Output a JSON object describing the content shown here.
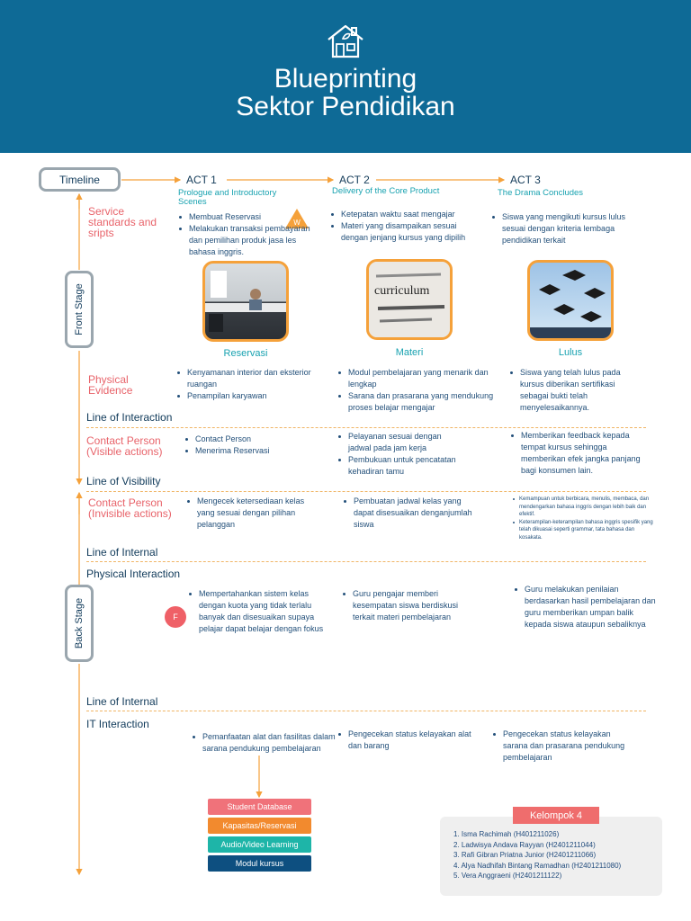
{
  "header": {
    "title_line1": "Blueprinting",
    "title_line2": "Sektor Pendidikan",
    "icon": "house-leaf-icon",
    "bg_color": "#0e6a96"
  },
  "timeline_label": "Timeline",
  "front_stage_label": "Front Stage",
  "back_stage_label": "Back Stage",
  "acts": [
    {
      "title": "ACT 1",
      "subtitle": "Prologue and Introductory Scenes"
    },
    {
      "title": "ACT 2",
      "subtitle": "Delivery of the Core Product"
    },
    {
      "title": "ACT 3",
      "subtitle": "The Drama Concludes"
    }
  ],
  "rows": {
    "service_standards": "Service standards and sripts",
    "physical_evidence": "Physical Evidence",
    "contact_visible": "Contact Person (Visible actions)",
    "contact_invisible": "Contact Person (Invisible actions)"
  },
  "lines": {
    "interaction": "Line of Interaction",
    "visibility": "Line of Visibility",
    "internal_1": "Line of Internal",
    "physical_interaction": "Physical Interaction",
    "internal_2": "Line of Internal",
    "it_interaction": "IT Interaction"
  },
  "badges": {
    "w": "W",
    "f": "F"
  },
  "service": {
    "act1": [
      "Membuat Reservasi",
      "Melakukan transaksi pembayaran dan pemilihan produk jasa les bahasa inggris."
    ],
    "act2": [
      "Ketepatan waktu saat mengajar",
      "Materi yang disampaikan sesuai dengan jenjang kursus yang dipilih"
    ],
    "act3": [
      "Siswa yang mengikuti kursus lulus sesuai dengan kriteria lembaga pendidikan terkait"
    ]
  },
  "photos": [
    {
      "caption": "Reservasi",
      "text": ""
    },
    {
      "caption": "Materi",
      "text": "curriculum"
    },
    {
      "caption": "Lulus",
      "text": ""
    }
  ],
  "physical": {
    "act1": [
      "Kenyamanan interior dan eksterior ruangan",
      "Penampilan karyawan"
    ],
    "act2": [
      "Modul pembelajaran yang menarik dan lengkap",
      "Sarana dan prasarana yang mendukung proses belajar mengajar"
    ],
    "act3": [
      "Siswa yang telah lulus pada kursus diberikan sertifikasi sebagai bukti telah menyelesaikannya."
    ]
  },
  "visible": {
    "act1": [
      "Contact Person",
      "Menerima Reservasi"
    ],
    "act2": [
      "Pelayanan sesuai dengan jadwal pada jam kerja",
      "Pembukuan untuk pencatatan kehadiran tamu"
    ],
    "act3": [
      "Memberikan feedback kepada tempat kursus sehingga memberikan efek jangka panjang bagi konsumen lain."
    ]
  },
  "invisible": {
    "act1": [
      "Mengecek ketersediaan kelas yang sesuai dengan pilihan pelanggan"
    ],
    "act2": [
      "Pembuatan jadwal kelas yang dapat disesuaikan denganjumlah siswa"
    ],
    "act3": [
      "Kemampuan untuk berbicara, menulis, membaca, dan mendengarkan bahasa inggris dengan lebih baik dan efektif.",
      "Keterampilan-keterampilan bahasa inggris spesifik yang telah dikuasai seperti grammar, tata bahasa dan kosakata."
    ]
  },
  "physical_interaction": {
    "act1": [
      "Mempertahankan sistem kelas dengan kuota yang tidak terlalu banyak dan disesuaikan supaya pelajar dapat belajar dengan fokus"
    ],
    "act2": [
      "Guru pengajar memberi kesempatan siswa berdiskusi terkait materi pembelajaran"
    ],
    "act3": [
      "Guru melakukan penilaian berdasarkan hasil pembelajaran dan guru memberikan umpan balik kepada siswa ataupun sebaliknya"
    ]
  },
  "it": {
    "act1": [
      "Pemanfaatan alat dan fasilitas dalam sarana pendukung pembelajaran"
    ],
    "act2": [
      "Pengecekan status kelayakan alat dan barang"
    ],
    "act3": [
      "Pengecekan status kelayakan sarana dan prasarana pendukung pembelajaran"
    ]
  },
  "systems": [
    {
      "label": "Student Database",
      "color": "#f0727a"
    },
    {
      "label": "Kapasitas/Reservasi",
      "color": "#f28a2e"
    },
    {
      "label": "Audio/Video Learning",
      "color": "#1eb5a8"
    },
    {
      "label": "Modul kursus",
      "color": "#0d4f80"
    }
  ],
  "group": {
    "title": "Kelompok 4",
    "members": [
      "1. Isma Rachimah (H401211026)",
      "2. Ladwisya Andava Rayyan (H2401211044)",
      "3. Rafi Gibran Priatna Junior (H2401211066)",
      "4. Alya Nadhifah Bintang Ramadhan (H2401211080)",
      "5. Vera Anggraeni (H2401211122)"
    ]
  },
  "colors": {
    "accent": "#f5a13a",
    "row_label": "#e8636a",
    "teal": "#18a2b0",
    "navy": "#103a5a"
  }
}
